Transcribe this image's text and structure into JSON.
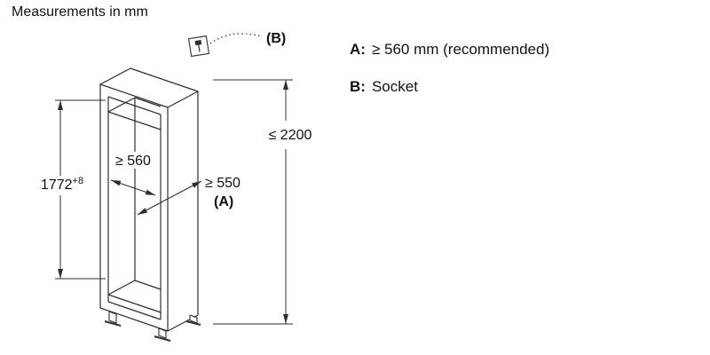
{
  "title": "Measurements in mm",
  "diagram": {
    "niche_height": "1772",
    "niche_height_tolerance": "+8",
    "niche_width": "≥ 560",
    "niche_depth": "≥ 550",
    "niche_depth_ref": "(A)",
    "overall_height": "≤ 2200",
    "socket_ref": "(B)"
  },
  "legend": {
    "a": {
      "key": "A:",
      "text": "≥ 560 mm (recommended)"
    },
    "b": {
      "key": "B:",
      "text": "Socket"
    }
  },
  "colors": {
    "line": "#2e2e2e",
    "text": "#111111",
    "background": "#ffffff"
  }
}
